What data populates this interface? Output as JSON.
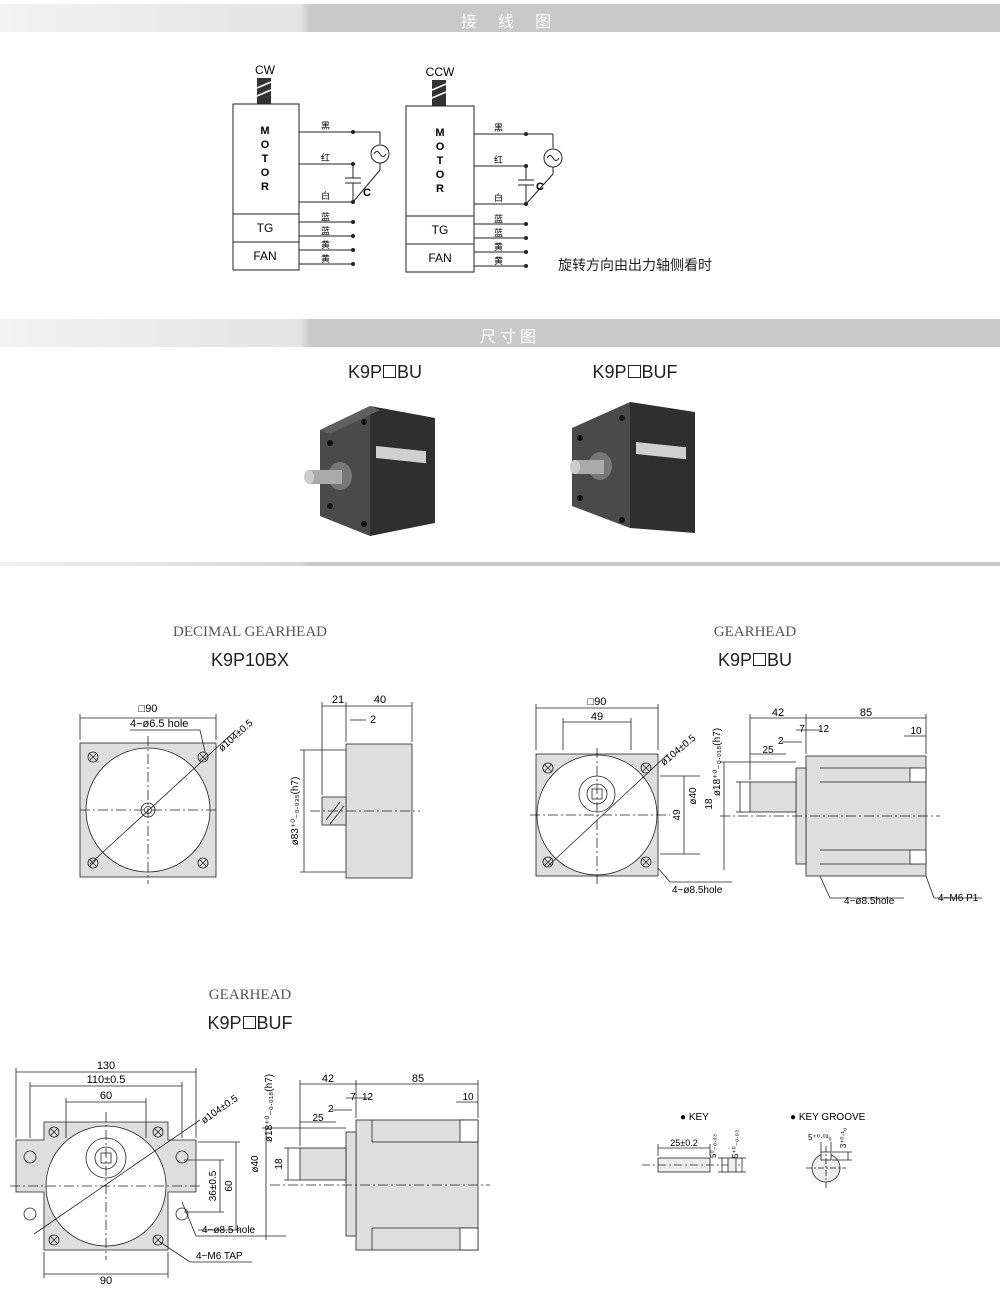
{
  "sections": {
    "wiring_title": "接 线 图",
    "dimension_title": "尺寸图"
  },
  "wiring": {
    "left": {
      "direction": "CW",
      "motor_letters": [
        "M",
        "O",
        "T",
        "O",
        "R"
      ],
      "tg": "TG",
      "fan": "FAN",
      "wires": [
        "黑",
        "红",
        "白",
        "蓝",
        "蓝",
        "黄",
        "黄"
      ],
      "cap": "C"
    },
    "right": {
      "direction": "CCW",
      "motor_letters": [
        "M",
        "O",
        "T",
        "O",
        "R"
      ],
      "tg": "TG",
      "fan": "FAN",
      "wires": [
        "黑",
        "红",
        "白",
        "蓝",
        "蓝",
        "黄",
        "黄"
      ],
      "cap": "C"
    },
    "note": "旋转方向由出力轴侧看时"
  },
  "products": [
    {
      "model_prefix": "K9P",
      "model_suffix": "BU"
    },
    {
      "model_prefix": "K9P",
      "model_suffix": "BUF"
    }
  ],
  "drawings": {
    "decimal": {
      "category": "DECIMAL GEARHEAD",
      "model": "K9P10BX",
      "dims": {
        "square": "□90",
        "hole": "4−ø6.5 hole",
        "pcd": "ø104±0.5",
        "d21": "21",
        "d40": "40",
        "d2": "2",
        "pilot": "ø83⁺⁰₋₀.₀₃₅(h7)"
      }
    },
    "bu": {
      "category": "GEARHEAD",
      "model_prefix": "K9P",
      "model_suffix": "BU",
      "dims": {
        "square": "□90",
        "d49a": "49",
        "pcd": "ø104±0.5",
        "shaft": "ø18⁺⁰₋₀.₀₁₈(h7)",
        "d42": "42",
        "d85": "85",
        "d7": "7",
        "d12": "12",
        "d2": "2",
        "d25": "25",
        "d10": "10",
        "d40": "ø40",
        "d18": "18",
        "d49b": "49",
        "hole": "4−ø8.5hole",
        "hole2": "4−ø8.5hole",
        "tap": "4−M6 P1"
      }
    },
    "buf": {
      "category": "GEARHEAD",
      "model_prefix": "K9P",
      "model_suffix": "BUF",
      "dims": {
        "d130": "130",
        "d110": "110±0.5",
        "d60": "60",
        "pcd": "ø104±0.5",
        "shaft": "ø18⁺⁰₋₀.₀₁₈(h7)",
        "d42": "42",
        "d85": "85",
        "d7": "7",
        "d12": "12",
        "d2": "2",
        "d25": "25",
        "d10": "10",
        "d40": "ø40",
        "d18": "18",
        "d36": "36±0.5",
        "d60v": "60",
        "hole": "4−ø8.5 hole",
        "tap": "4−M6 TAP",
        "d90": "90"
      }
    },
    "key": {
      "label": "● KEY",
      "len": "25±0.2",
      "w": "5⁰₋₀.₀₃",
      "h": "5⁺⁰₋₀.₀₃"
    },
    "key_groove": {
      "label": "● KEY GROOVE",
      "w": "5⁺⁰·⁰³₀",
      "d": "3⁺⁰·¹₀"
    }
  }
}
